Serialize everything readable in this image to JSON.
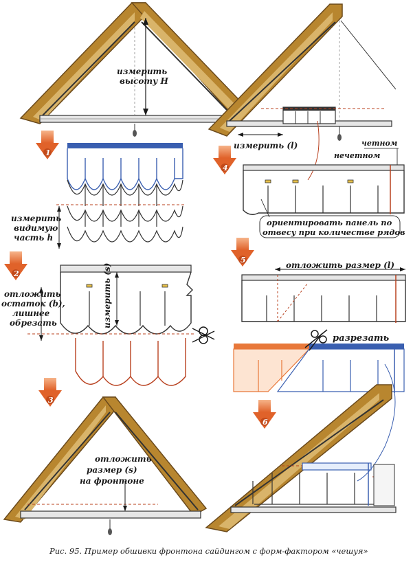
{
  "diagram": {
    "steps": [
      "1",
      "2",
      "3",
      "4",
      "5",
      "6"
    ],
    "labels": {
      "measure_height": [
        "измерить",
        "высоту H"
      ],
      "measure_visible": [
        "измерить",
        "видимую",
        "часть h"
      ],
      "set_remainder": [
        "отложить",
        "остаток (b),",
        "лишнее",
        "обрезать"
      ],
      "measure_s": "измерить (s)",
      "set_size_gable": [
        "отложить",
        "размер (s)",
        "на фронтоне"
      ],
      "measure_l": "измерить (l)",
      "even": "четном",
      "odd": "нечетном",
      "orient_panel": [
        "ориентировать панель по",
        "отвесу при количестве рядов"
      ],
      "set_size_l": "отложить размер (l)",
      "cut": "разрезать"
    },
    "caption": "Рис. 95. Пример обшивки фронтона сайдингом с форм-фактором «чешуя»",
    "colors": {
      "wood": "#b8862f",
      "wood_dark": "#6b4a1c",
      "wood_light": "#d9b46a",
      "blue": "#3a5fb0",
      "red": "#b8401e",
      "orange": "#e8783a",
      "ink": "#1a1a1a"
    }
  }
}
